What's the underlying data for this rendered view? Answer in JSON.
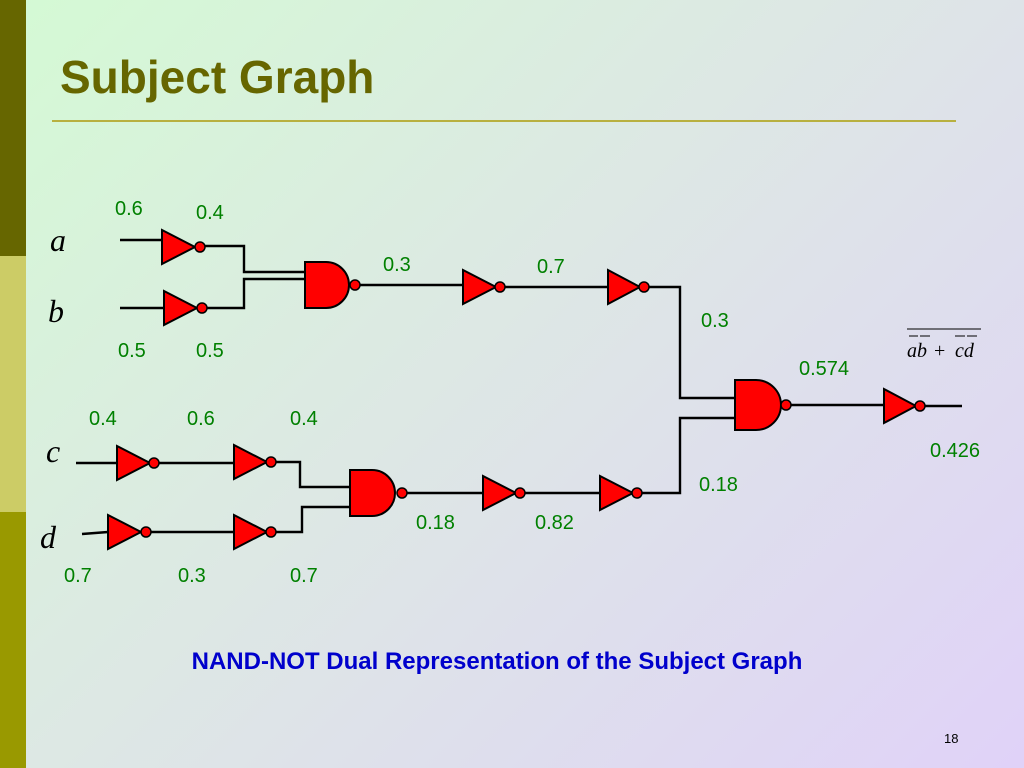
{
  "slide": {
    "title": "Subject Graph",
    "caption": "NAND-NOT Dual Representation of the Subject Graph",
    "page_number": "18"
  },
  "inputs": {
    "a": "a",
    "b": "b",
    "c": "c",
    "d": "d"
  },
  "output_expression": {
    "left": "ab",
    "plus": "+",
    "right": "cd"
  },
  "probabilities": {
    "a_in": "0.6",
    "a_out": "0.4",
    "b_in": "0.5",
    "b_out": "0.5",
    "nand_ab": "0.3",
    "inv_ab1": "0.7",
    "inv_ab2": "0.3",
    "c_in": "0.4",
    "c_inv1": "0.6",
    "c_inv2": "0.4",
    "d_in": "0.7",
    "d_inv1": "0.3",
    "d_inv2": "0.7",
    "nand_cd": "0.18",
    "inv_cd1": "0.82",
    "inv_cd2": "0.18",
    "nand_final": "0.574",
    "output": "0.426"
  },
  "colors": {
    "gate_fill": "#ff0000",
    "probability_text": "#008000",
    "title_text": "#666600",
    "caption_text": "#0000cc"
  }
}
